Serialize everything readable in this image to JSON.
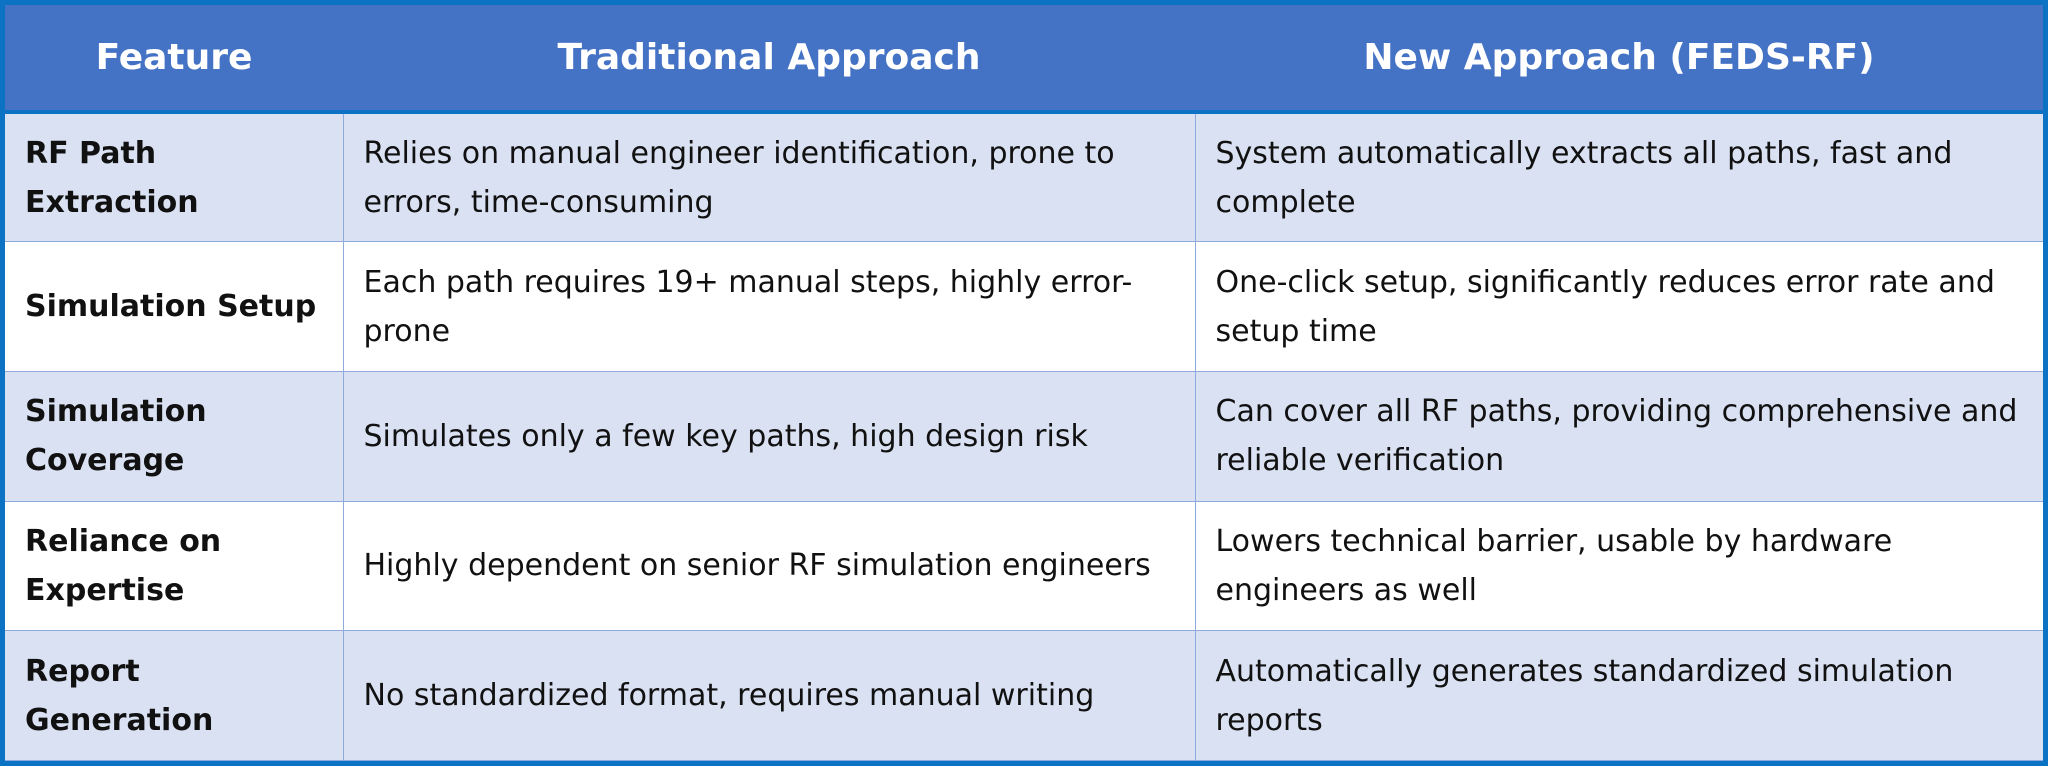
{
  "table": {
    "headers": [
      "Feature",
      "Traditional Approach",
      "New Approach (FEDS-RF)"
    ],
    "rows": [
      {
        "feature": "RF Path Extraction",
        "traditional": "Relies on manual engineer identification, prone to errors, time-consuming",
        "new": "System automatically extracts all paths, fast and complete"
      },
      {
        "feature": "Simulation Setup",
        "traditional": "Each path requires 19+ manual steps, highly error-prone",
        "new": "One-click setup, significantly reduces error rate and setup time"
      },
      {
        "feature": "Simulation Coverage",
        "traditional": "Simulates only a few key paths, high design risk",
        "new": "Can cover all RF paths, providing comprehensive and reliable verification"
      },
      {
        "feature": "Reliance on Expertise",
        "traditional": "Highly dependent on senior RF simulation engineers",
        "new": "Lowers technical barrier, usable by hardware engineers as well"
      },
      {
        "feature": "Report Generation",
        "traditional": "No standardized format, requires manual writing",
        "new": "Automatically generates standardized simulation reports"
      }
    ]
  },
  "colors": {
    "header_bg": "#4472c4",
    "header_text": "#ffffff",
    "row_shade": "#d9e1f2",
    "row_plain": "#ffffff",
    "frame_border": "#0b72c4",
    "grid_line": "#8ea9db"
  }
}
